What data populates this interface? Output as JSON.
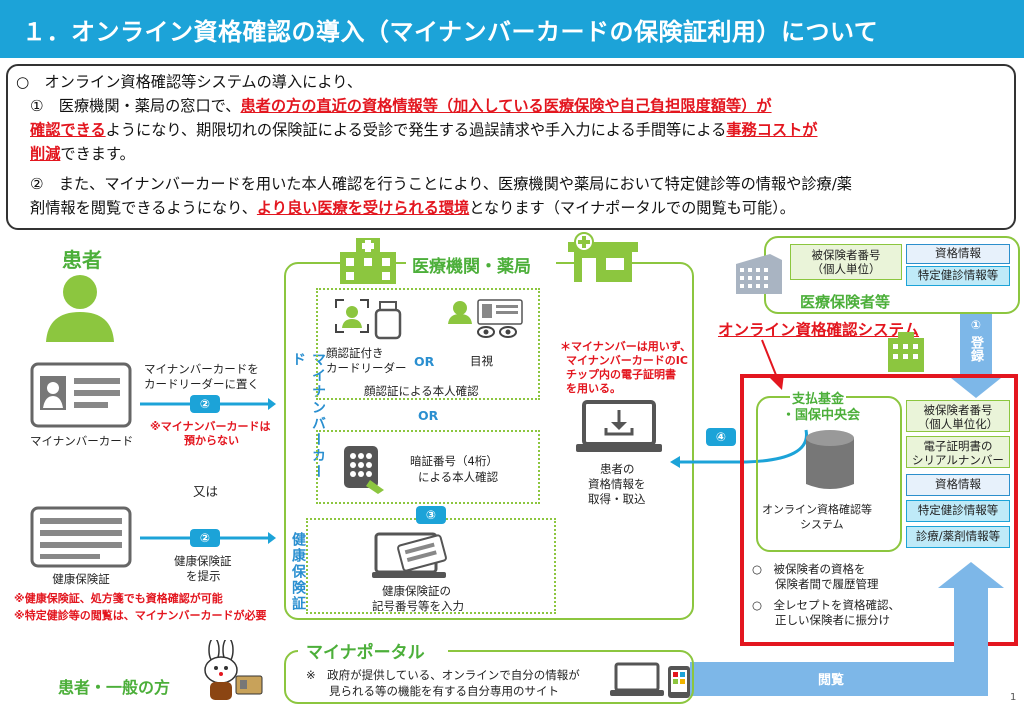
{
  "header": {
    "title": "１．オンライン資格確認の導入（マイナンバーカードの保険証利用）について"
  },
  "intro": {
    "line1": "○　オンライン資格確認等システムの導入により、",
    "line2_a": "①　医療機関・薬局の窓口で、",
    "line2_b": "患者の方の直近の資格情報等（加入している医療保険や自己負担限度額等）が",
    "line3_a": "確認できる",
    "line3_b": "ようになり、期限切れの保険証による受診で発生する過誤請求や手入力による手間等による",
    "line3_c": "事務コストが",
    "line4_a": "削減",
    "line4_b": "できます。",
    "line5": "②　また、マイナンバーカードを用いた本人確認を行うことにより、医療機関や薬局において特定健診等の情報や診療/薬",
    "line6_a": "剤情報を閲覧できるようになり、",
    "line6_b": "より良い医療を受けられる環境",
    "line6_c": "となります（マイナポータルでの閲覧も可能）。"
  },
  "patient": {
    "label": "患者",
    "card_label": "マイナンバーカード",
    "card_action": [
      "マイナンバーカードを",
      "カードリーダーに置く"
    ],
    "card_note": [
      "※マイナンバーカードは",
      "預からない"
    ],
    "or_text": "又は",
    "insurance_label": "健康保険証",
    "insurance_action": [
      "健康保険証",
      "を提示"
    ],
    "note1": "※健康保険証、処方箋でも資格確認が可能",
    "note2": "※特定健診等の閲覧は、マイナンバーカードが必要"
  },
  "medical": {
    "title": "医療機関・薬局",
    "face_reader": [
      "顔認証付き",
      "カードリーダー"
    ],
    "or1": "OR",
    "visual": "目視",
    "face_confirm": "顔認証による本人確認",
    "or2": "OR",
    "pin": [
      "暗証番号（4桁）",
      "による本人確認"
    ],
    "insurance_input": [
      "健康保険証の",
      "記号番号等を入力"
    ],
    "mynumber_vertical": "マイナンバーカード",
    "insurance_vertical": "健康保険証",
    "chip_note": [
      "＊マイナンバーは用いず、",
      "マイナンバーカードのIC",
      "チップ内の電子証明書",
      "を用いる。"
    ],
    "retrieve": [
      "患者の",
      "資格情報を",
      "取得・取込"
    ]
  },
  "arrows": {
    "n2a": "②",
    "n2b": "②",
    "n3": "③",
    "n4": "④",
    "n1": "①",
    "register": "登録",
    "view": "閲覧"
  },
  "insurer": {
    "cell1": [
      "被保険者番号",
      "（個人単位）"
    ],
    "cell2": "資格情報",
    "cell3": "特定健診情報等",
    "label": "医療保険者等"
  },
  "system": {
    "title": "オンライン資格確認システム",
    "org": [
      "支払基金",
      "・国保中央会"
    ],
    "db_label": [
      "オンライン資格確認等",
      "システム"
    ],
    "cells": [
      [
        "被保険者番号",
        "（個人単位化）"
      ],
      [
        "電子証明書の",
        "シリアルナンバー"
      ],
      [
        "資格情報"
      ],
      [
        "特定健診情報等"
      ],
      [
        "診療/薬剤情報等"
      ]
    ],
    "note1": [
      "○　被保険者の資格を",
      "　　保険者間で履歴管理"
    ],
    "note2": [
      "○　全レセプトを資格確認、",
      "　　正しい保険者に振分け"
    ]
  },
  "portal": {
    "title": "マイナポータル",
    "desc": [
      "※　政府が提供している、オンラインで自分の情報が",
      "　　見られる等の機能を有する自分専用のサイト"
    ],
    "general_label": "患者・一般の方"
  },
  "page_number": "1",
  "colors": {
    "blue": "#1ca3d8",
    "green": "#8cc63f",
    "red": "#e3161f"
  }
}
